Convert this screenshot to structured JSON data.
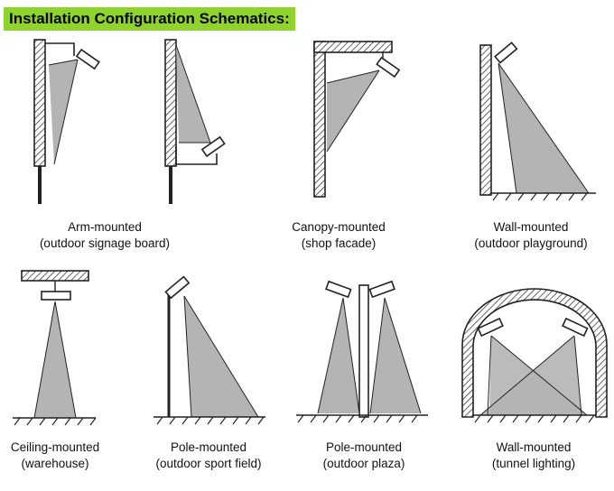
{
  "title": "Installation Configuration Schematics:",
  "colors": {
    "title_bg": "#8ed42a",
    "beam": "#b4b4b4",
    "stroke": "#222222"
  },
  "panels": [
    {
      "id": "arm",
      "name": "Arm-mounted",
      "sub": "(outdoor signage board)"
    },
    {
      "id": "canopy",
      "name": "Canopy-mounted",
      "sub": "(shop facade)"
    },
    {
      "id": "wall",
      "name": "Wall-mounted",
      "sub": "(outdoor playground)"
    },
    {
      "id": "ceiling",
      "name": "Ceiling-mounted",
      "sub": "(warehouse)"
    },
    {
      "id": "pole-sport",
      "name": "Pole-mounted",
      "sub": "(outdoor sport field)"
    },
    {
      "id": "pole-plaza",
      "name": "Pole-mounted",
      "sub": "(outdoor plaza)"
    },
    {
      "id": "tunnel",
      "name": "Wall-mounted",
      "sub": "(tunnel lighting)"
    }
  ]
}
